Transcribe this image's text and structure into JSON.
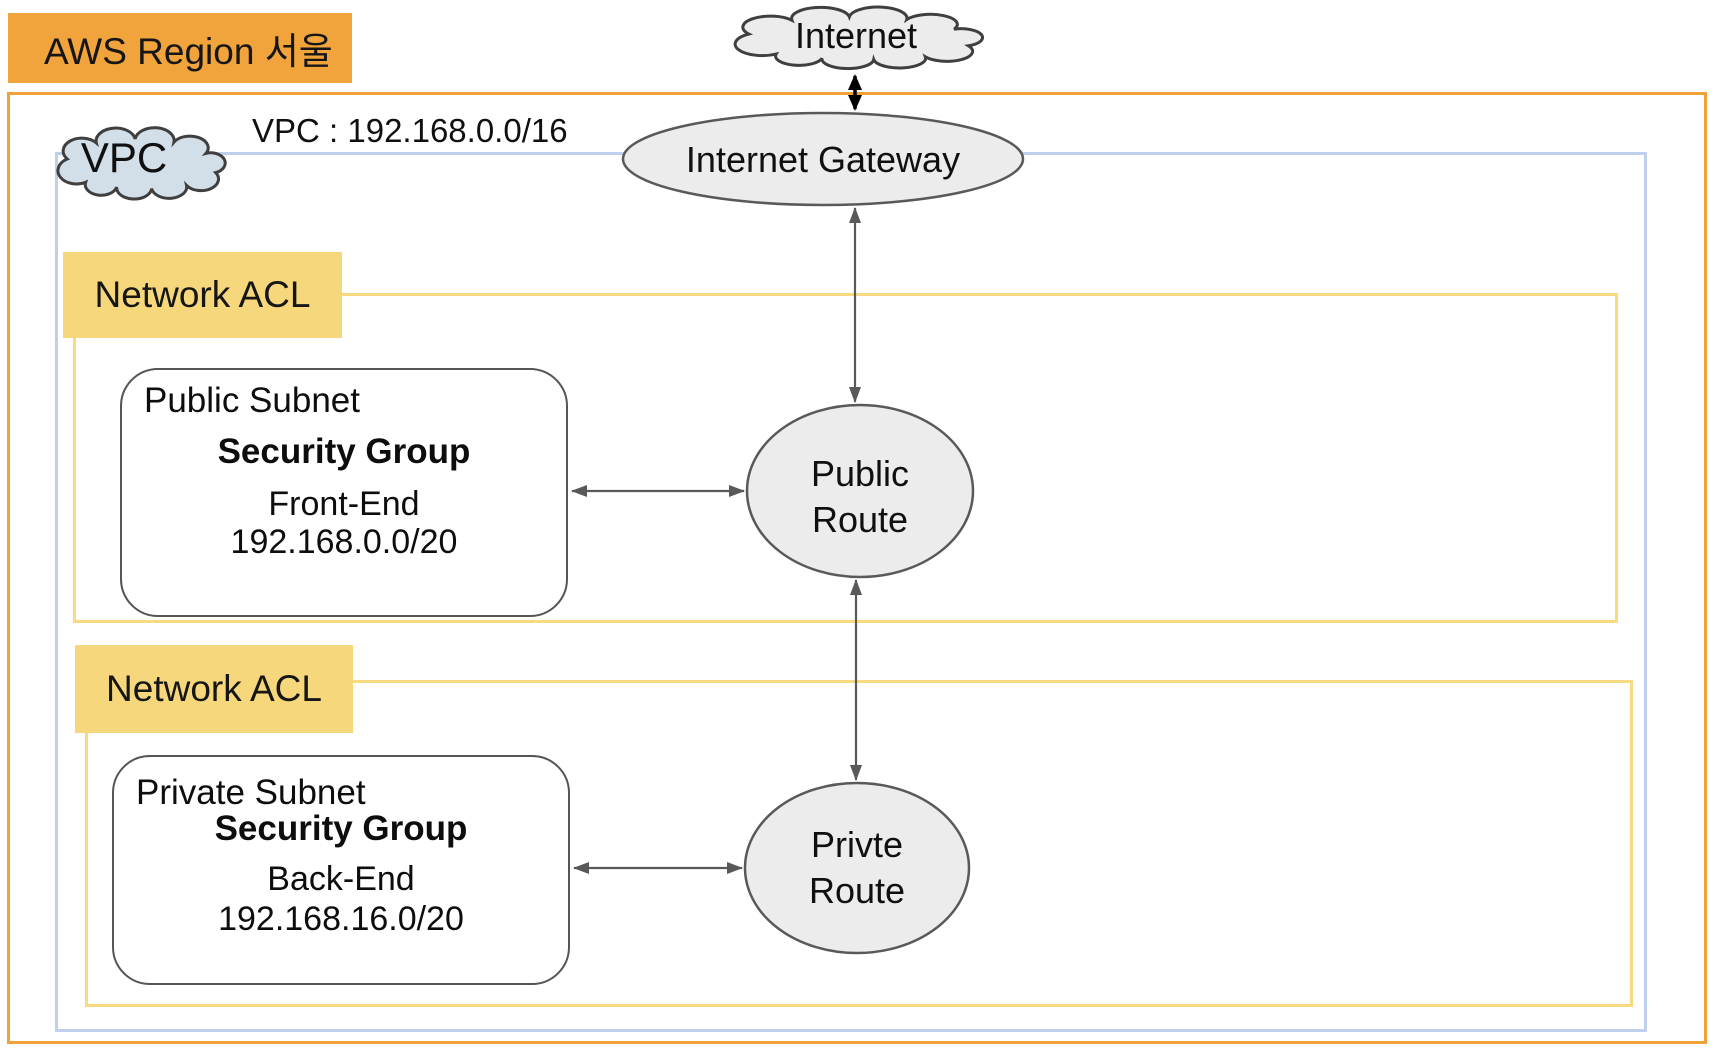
{
  "region": {
    "label": "AWS Region 서울"
  },
  "vpc": {
    "cloud_label": "VPC",
    "cidr_label": "VPC : 192.168.0.0/16"
  },
  "internet": {
    "label": "Internet"
  },
  "internet_gateway": {
    "label": "Internet Gateway"
  },
  "network_acls": [
    {
      "label": "Network ACL"
    },
    {
      "label": "Network ACL"
    }
  ],
  "subnets": {
    "public": {
      "title": "Public Subnet",
      "security_group_label": "Security Group",
      "tier": "Front-End",
      "cidr": "192.168.0.0/20"
    },
    "private": {
      "title": "Private Subnet",
      "security_group_label": "Security Group",
      "tier": "Back-End",
      "cidr": "192.168.16.0/20"
    }
  },
  "routes": {
    "public": {
      "line1": "Public",
      "line2": "Route"
    },
    "private": {
      "line1": "Privte",
      "line2": "Route"
    }
  },
  "colors": {
    "region_accent": "#F1A33C",
    "region_border": "#F0A236",
    "acl_fill": "#F6D77B",
    "acl_border": "#F8DA80",
    "vpc_border": "#BFD0ED",
    "node_fill": "#ECECEC",
    "node_stroke": "#595959",
    "arrow": "#595959",
    "internet_arrow": "#000000",
    "vpc_cloud_fill": "#D3DFE8"
  }
}
